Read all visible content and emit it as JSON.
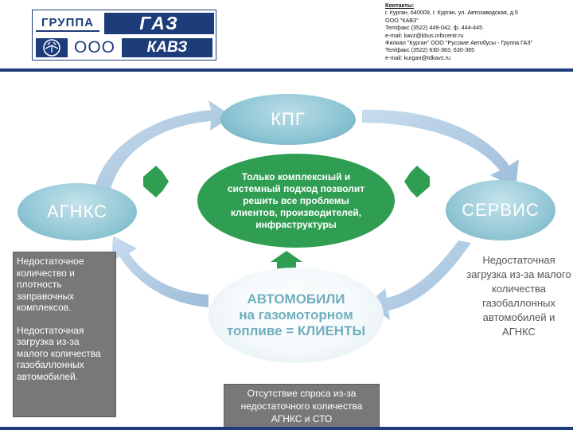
{
  "header": {
    "logo": {
      "gruppa": "ГРУППА",
      "gaz": "ГАЗ",
      "ooo": "ООО",
      "kavz": "КАВЗ",
      "deer_icon": "deer-icon"
    },
    "contacts": [
      "Контакты:",
      "г. Курган, 640009, г. Курган, ул. Автозаводская, д.5",
      "ООО \"КАВЗ\"",
      "Тел/факс (3522) 449-042, ф. 444-445",
      "e-mail: kavz@kbus.infocentr.ru",
      "Филиал \"Курган\" ООО \"Русские Автобусы - Группа ГАЗ\"",
      "Тел/факс (3522) 630-363, 630-365",
      "e-mail: kurgan@tdkavz.ru"
    ]
  },
  "diagram": {
    "kpg": "КПГ",
    "agnks": "АГНКС",
    "servis": "СЕРВИС",
    "center": "Только комплексный и системный подход позволит решить все проблемы клиентов, производителей, инфраструктуры",
    "auto": [
      "АВТОМОБИЛИ",
      "на газомоторном",
      "топливе = КЛИЕНТЫ"
    ],
    "left_box": [
      "Недостаточное количество и плотность заправочных комплексов.",
      "Недостаточная загрузка из-за малого количества газобаллонных автомобилей."
    ],
    "right_text": "Недостаточная загрузка из-за малого количества газобаллонных автомобилей и АГНКС",
    "bottom_box": "Отсутствие спроса из-за недостаточного количества АГНКС и СТО"
  },
  "colors": {
    "brand_blue": "#1d3c7a",
    "center_green": "#2f9e52",
    "node_blue": "#94c8d6",
    "box_gray": "#787878",
    "auto_text": "#70aebf",
    "arrow_blue": "#aac7e0"
  }
}
